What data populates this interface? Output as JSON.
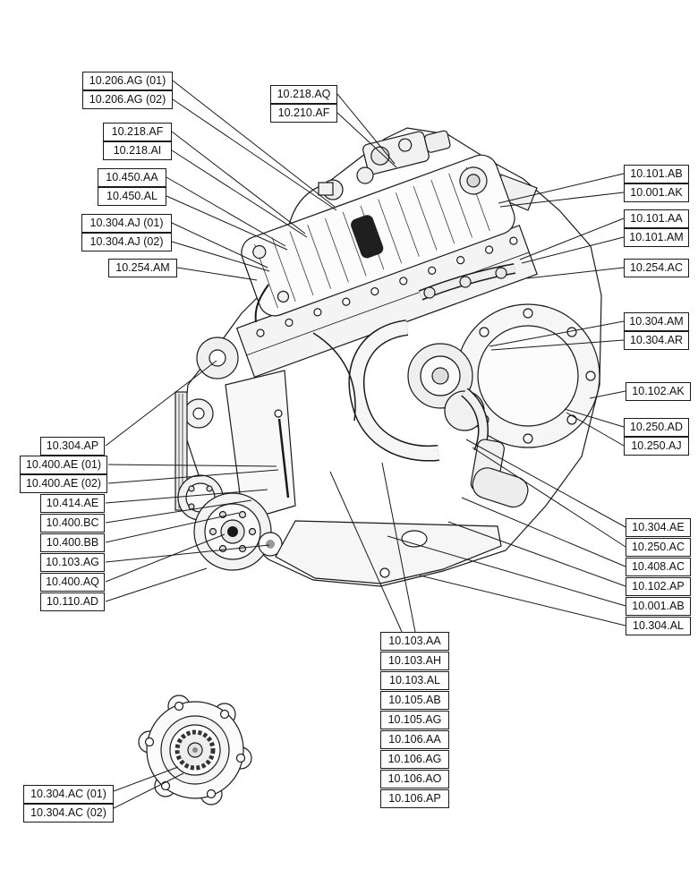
{
  "figure": {
    "background": "#ffffff",
    "line_color": "#1a1a1a"
  },
  "labels": [
    {
      "text": "10.206.AG (01)"
    },
    {
      "text": "10.206.AG (02)"
    },
    {
      "text": "10.218.AF"
    },
    {
      "text": "10.218.AI"
    },
    {
      "text": "10.450.AA"
    },
    {
      "text": "10.450.AL"
    },
    {
      "text": "10.304.AJ (01)"
    },
    {
      "text": "10.304.AJ (02)"
    },
    {
      "text": "10.254.AM"
    },
    {
      "text": "10.218.AQ"
    },
    {
      "text": "10.210.AF"
    },
    {
      "text": "10.101.AB"
    },
    {
      "text": "10.001.AK"
    },
    {
      "text": "10.101.AA"
    },
    {
      "text": "10.101.AM"
    },
    {
      "text": "10.254.AC"
    },
    {
      "text": "10.304.AM"
    },
    {
      "text": "10.304.AR"
    },
    {
      "text": "10.102.AK"
    },
    {
      "text": "10.250.AD"
    },
    {
      "text": "10.250.AJ"
    },
    {
      "text": "10.304.AE"
    },
    {
      "text": "10.250.AC"
    },
    {
      "text": "10.408.AC"
    },
    {
      "text": "10.102.AP"
    },
    {
      "text": "10.001.AB"
    },
    {
      "text": "10.304.AL"
    },
    {
      "text": "10.304.AP"
    },
    {
      "text": "10.400.AE (01)"
    },
    {
      "text": "10.400.AE (02)"
    },
    {
      "text": "10.414.AE"
    },
    {
      "text": "10.400.BC"
    },
    {
      "text": "10.400.BB"
    },
    {
      "text": "10.103.AG"
    },
    {
      "text": "10.400.AQ"
    },
    {
      "text": "10.110.AD"
    },
    {
      "text": "10.103.AA"
    },
    {
      "text": "10.103.AH"
    },
    {
      "text": "10.103.AL"
    },
    {
      "text": "10.105.AB"
    },
    {
      "text": "10.105.AG"
    },
    {
      "text": "10.106.AA"
    },
    {
      "text": "10.106.AG"
    },
    {
      "text": "10.106.AO"
    },
    {
      "text": "10.106.AP"
    },
    {
      "text": "10.304.AC (01)"
    },
    {
      "text": "10.304.AC (02)"
    }
  ]
}
